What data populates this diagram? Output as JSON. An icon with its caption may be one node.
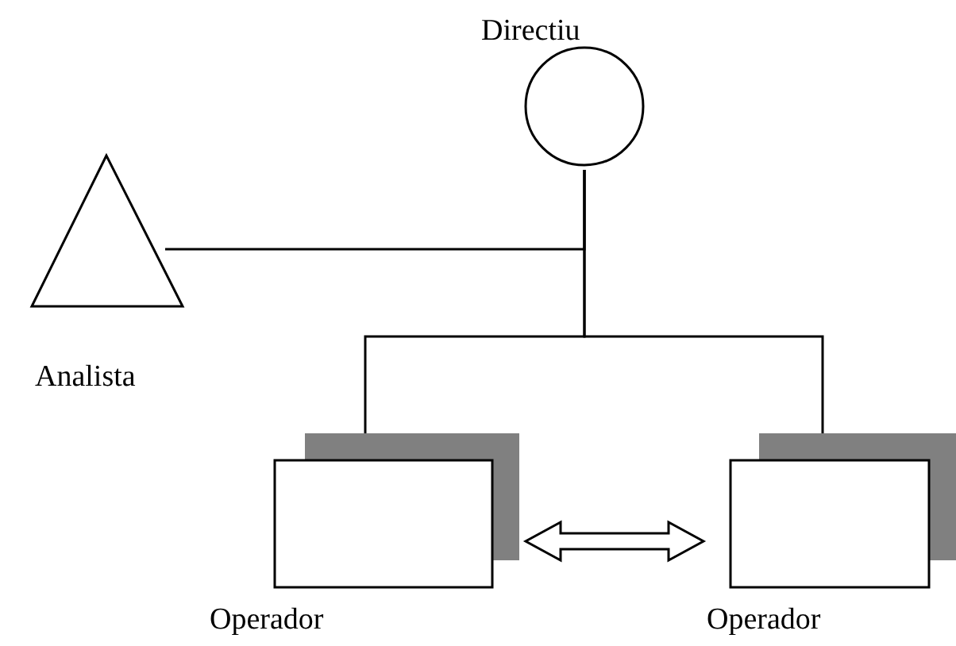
{
  "diagram": {
    "nodes": [
      {
        "text": [
          "Directiu"
        ]
      },
      {
        "text": [
          "Analista"
        ]
      },
      {
        "text": [
          "Operador"
        ]
      },
      {
        "text": [
          "Operador"
        ]
      }
    ],
    "edges": [
      {
        "from": 0,
        "to": 1,
        "arrow": "none"
      },
      {
        "from": 0,
        "to": 2,
        "arrow": "none"
      },
      {
        "from": 0,
        "to": 3,
        "arrow": "none"
      },
      {
        "from": 2,
        "to": 3,
        "arrow": "both"
      }
    ]
  }
}
